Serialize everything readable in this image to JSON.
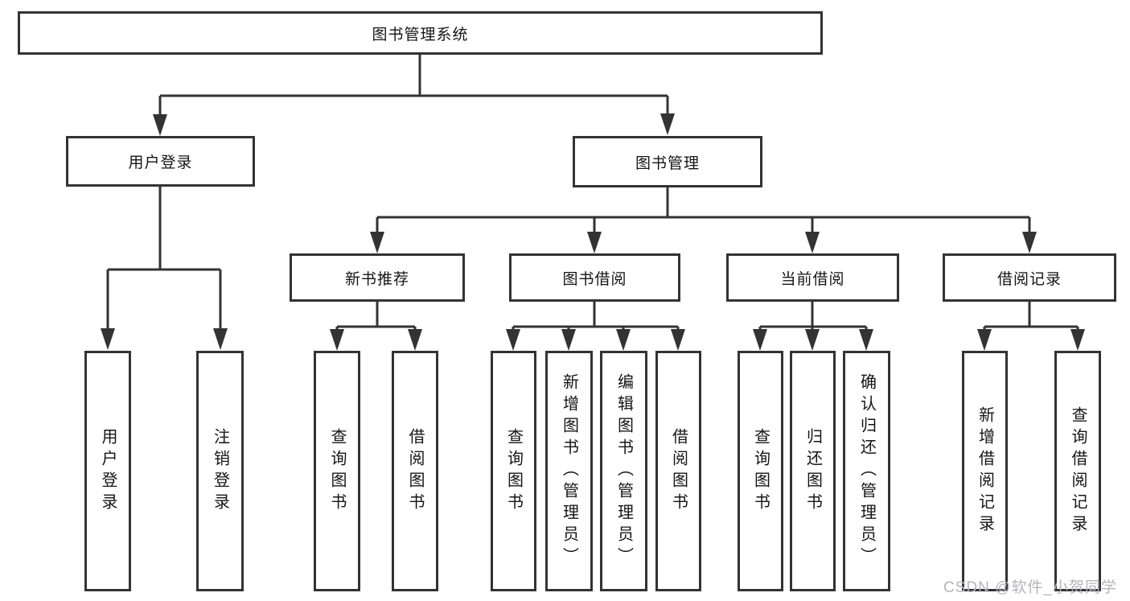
{
  "tree": {
    "label": "图书管理系统",
    "children": [
      {
        "label": "用户登录",
        "children": [
          {
            "label": "用户登录"
          },
          {
            "label": "注销登录"
          }
        ]
      },
      {
        "label": "图书管理",
        "children": [
          {
            "label": "新书推荐",
            "children": [
              {
                "label": "查询图书"
              },
              {
                "label": "借阅图书"
              }
            ]
          },
          {
            "label": "图书借阅",
            "children": [
              {
                "label": "查询图书"
              },
              {
                "label": "新增图书（管理员）"
              },
              {
                "label": "编辑图书（管理员）"
              },
              {
                "label": "借阅图书"
              }
            ]
          },
          {
            "label": "当前借阅",
            "children": [
              {
                "label": "查询图书"
              },
              {
                "label": "归还图书"
              },
              {
                "label": "确认归还（管理员）"
              }
            ]
          },
          {
            "label": "借阅记录",
            "children": [
              {
                "label": "新增借阅记录"
              },
              {
                "label": "查询借阅记录"
              }
            ]
          }
        ]
      }
    ]
  },
  "watermark": {
    "text": "CSDN @软件_小贺同学"
  },
  "colors": {
    "line": "#333333",
    "text": "#151515",
    "background": "#ffffff",
    "watermark": "#b4b4bc"
  }
}
